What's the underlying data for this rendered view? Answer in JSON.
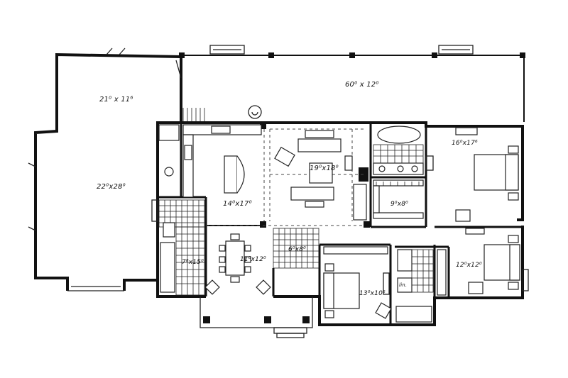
{
  "rooms": {
    "garage_top": "21⁰ x 11⁶",
    "garage": "22⁰x28⁰",
    "patio": "60⁰ x 12⁰",
    "kitchen": "14⁰x17⁰",
    "great_room": "19⁰x18⁰",
    "master_bedroom": "16⁰x17⁶",
    "master_closet": "9⁰x8⁰",
    "laundry": "7⁰x15⁰",
    "dining": "11⁰x12⁰",
    "foyer": "6⁰x8⁰",
    "bedroom_2": "13⁰x10⁶",
    "bedroom_3": "12⁰x12⁰",
    "linen": "lin."
  }
}
